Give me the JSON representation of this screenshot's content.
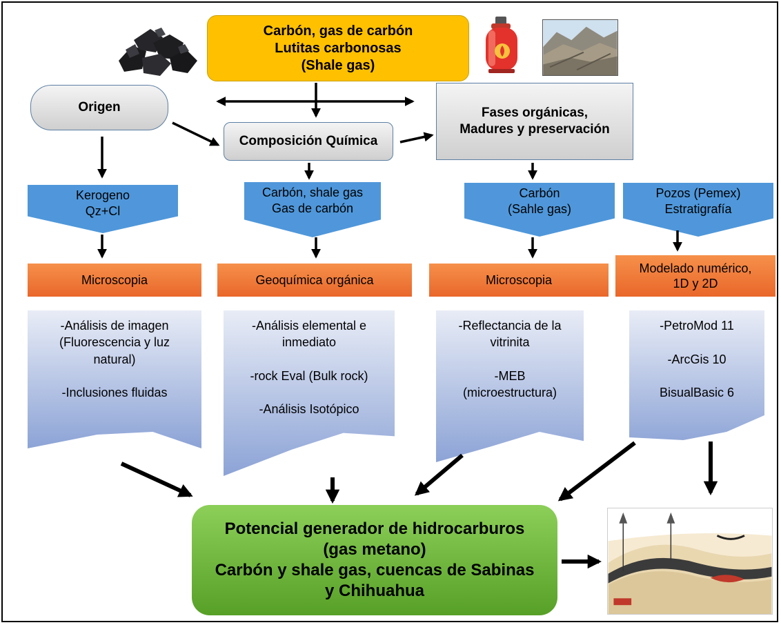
{
  "top": {
    "source": "Carbón, gas de carbón\nLutitas carbonosas\n(Shale gas)"
  },
  "row1": {
    "origen": "Origen",
    "composicion": "Composición Química",
    "fases": "Fases orgánicas,\nMadures y preservación"
  },
  "row2": [
    "Kerogeno\nQz+Cl",
    "Carbón, shale gas\nGas de carbón",
    "Carbón\n(Sahle gas)",
    "Pozos  (Pemex)\nEstratigrafía"
  ],
  "row3": [
    "Microscopia",
    "Geoquímica orgánica",
    "Microscopia",
    "Modelado numérico,\n1D y 2D"
  ],
  "row4": [
    "-Análisis de imagen\n(Fluorescencia y luz\nnatural)\n\n-Inclusiones fluidas",
    "-Análisis elemental e\ninmediato\n\n-rock Eval (Bulk rock)\n\n-Análisis Isotópico",
    "-Reflectancia de la\nvitrinita\n\n-MEB\n(microestructura)",
    "-PetroMod 11\n\n-ArcGis 10\n\nBisualBasic 6"
  ],
  "result": "Potencial generador de hidrocarburos\n(gas metano)\nCarbón y shale gas, cuencas de Sabinas\ny Chihuahua",
  "colors": {
    "yellow": "#ffc000",
    "blue": "#4f97da",
    "orange": "#ef7b38",
    "green": "#6fba3c",
    "doc": "#a9b9e2"
  },
  "icons": [
    "coal-image",
    "gas-tank-icon",
    "rock-outcrop-image",
    "geologic-section-image"
  ]
}
